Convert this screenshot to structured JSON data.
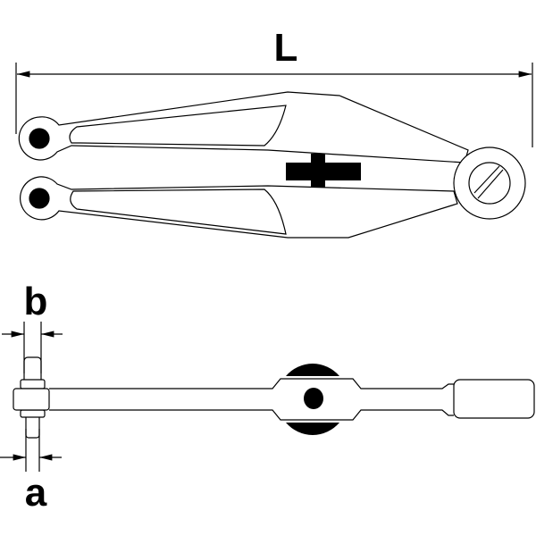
{
  "labels": {
    "length": "L",
    "b": "b",
    "a": "a"
  },
  "colors": {
    "line": "#000000",
    "fill": "#ffffff"
  }
}
